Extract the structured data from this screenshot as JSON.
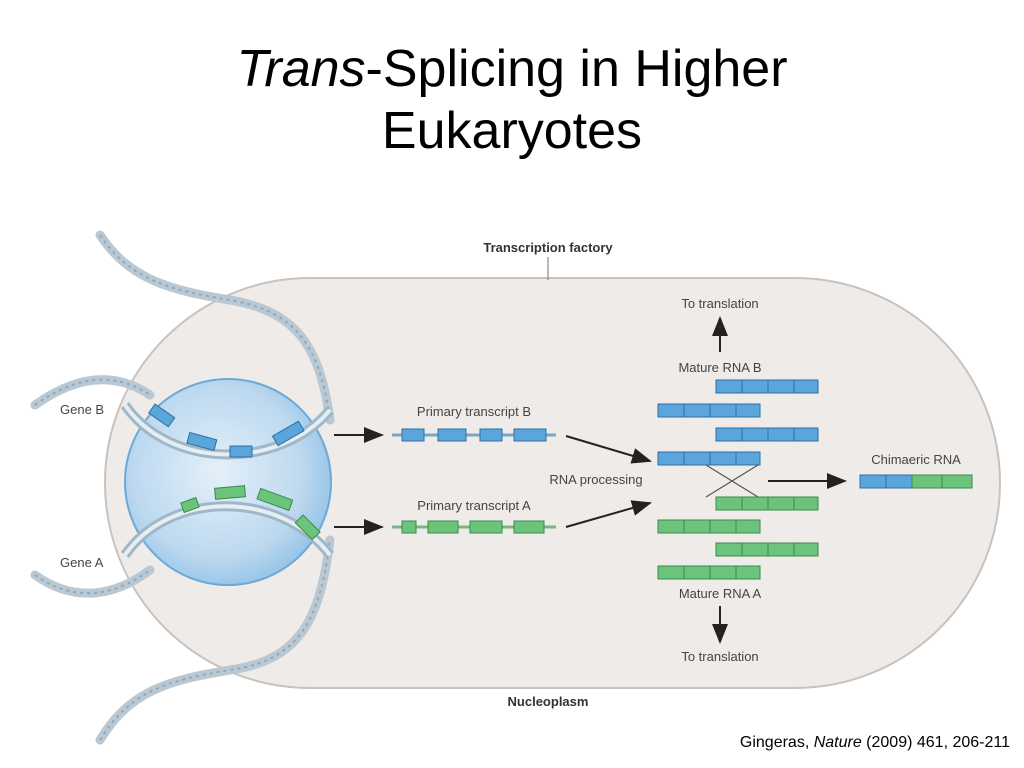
{
  "title": {
    "italic": "Trans",
    "rest_line1": "-Splicing in Higher",
    "line2": "Eukaryotes"
  },
  "diagram": {
    "transcription_factory": "Transcription factory",
    "nucleoplasm": "Nucleoplasm",
    "gene_b": "Gene B",
    "gene_a": "Gene A",
    "primary_b": "Primary transcript B",
    "primary_a": "Primary transcript A",
    "rna_processing": "RNA processing",
    "mature_b": "Mature RNA B",
    "mature_a": "Mature RNA A",
    "to_translation_top": "To translation",
    "to_translation_bottom": "To translation",
    "chimaeric": "Chimaeric RNA",
    "colors": {
      "gene_b_blue": "#5aa5dc",
      "gene_a_green": "#6cc47c",
      "factory_fill": "#efebe8",
      "circle_blue": "#bcd8ef"
    }
  },
  "citation": {
    "author": "Gingeras, ",
    "journal": "Nature",
    "rest": " (2009) 461, 206-211"
  }
}
